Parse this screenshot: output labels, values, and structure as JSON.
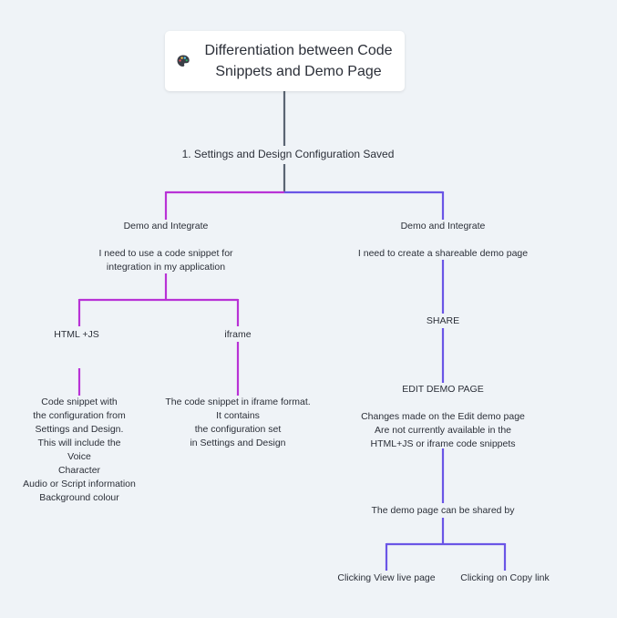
{
  "root": {
    "title": "Differentiation between Code Snippets and Demo Page",
    "icon": "palette-icon"
  },
  "nodes": {
    "settings_saved": "1.  Settings and Design Configuration Saved",
    "left_branch": "Demo and Integrate",
    "right_branch": "Demo and Integrate",
    "code_snippet_need": "I need to use a code snippet for\nintegration in my application",
    "shareable_need": "I need to create a shareable demo page",
    "html_js": "HTML +JS",
    "iframe": "iframe",
    "share": "SHARE",
    "edit_demo_page": "EDIT DEMO PAGE",
    "html_js_desc": "Code snippet with\nthe configuration from\nSettings and Design.\nThis will include the\nVoice\nCharacter\nAudio or Script information\nBackground colour",
    "iframe_desc": "The code snippet in iframe format.\nIt contains\nthe configuration set\nin Settings and Design",
    "edit_desc": "Changes made on the Edit demo page\nAre not currently available in the\nHTML+JS or iframe code snippets",
    "shared_by": "The demo page can be shared by",
    "view_live": "Clicking View live page",
    "copy_link": "Clicking on Copy link"
  },
  "colors": {
    "background": "#eff3f7",
    "root_connector": "#5a6573",
    "magenta": "#b832d6",
    "violet": "#6a55e6"
  }
}
